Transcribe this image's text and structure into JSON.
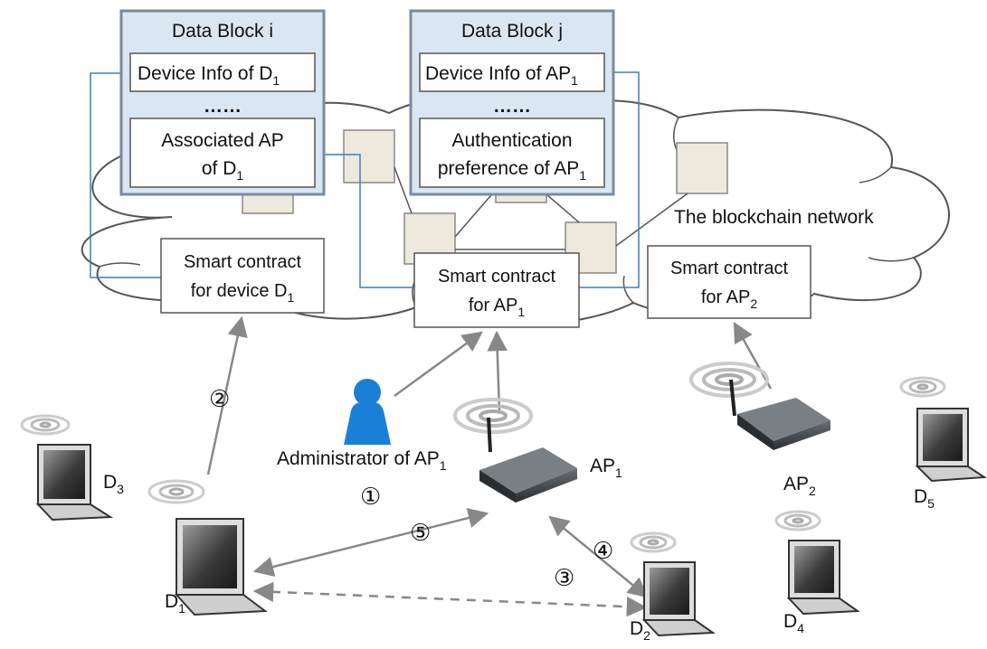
{
  "cloud_label": "The blockchain network",
  "data_block_i": {
    "title": "Data Block i",
    "row1": {
      "text": "Device Info of D",
      "sub": "1"
    },
    "ellipsis": "……",
    "row2_line1": "Associated AP",
    "row2_line2": {
      "text": "of D",
      "sub": "1"
    }
  },
  "data_block_j": {
    "title": "Data Block j",
    "row1": {
      "text": "Device Info of AP",
      "sub": "1"
    },
    "ellipsis": "……",
    "row2_line1": "Authentication",
    "row2_line2": {
      "text": "preference of AP",
      "sub": "1"
    }
  },
  "contract_d1": {
    "line1": "Smart contract",
    "line2": {
      "text": "for device D",
      "sub": "1"
    }
  },
  "contract_ap1": {
    "line1": "Smart contract",
    "line2": {
      "text": "for AP",
      "sub": "1"
    }
  },
  "contract_ap2": {
    "line1": "Smart contract",
    "line2": {
      "text": "for AP",
      "sub": "2"
    }
  },
  "admin": {
    "text": "Administrator of AP",
    "sub": "1"
  },
  "ap1": {
    "text": "AP",
    "sub": "1"
  },
  "ap2": {
    "text": "AP",
    "sub": "2"
  },
  "devices": {
    "d1": {
      "text": "D",
      "sub": "1"
    },
    "d2": {
      "text": "D",
      "sub": "2"
    },
    "d3": {
      "text": "D",
      "sub": "3"
    },
    "d4": {
      "text": "D",
      "sub": "4"
    },
    "d5": {
      "text": "D",
      "sub": "5"
    }
  },
  "steps": [
    "①",
    "②",
    "③",
    "④",
    "⑤"
  ],
  "colors": {
    "data_block_fill": "#dbe6f3",
    "data_block_border": "#7a8aa0",
    "node_fill": "#ede9dc",
    "link_blue": "#3b7fc4",
    "arrow_gray": "#888888",
    "admin_blue": "#1a7fd6"
  }
}
